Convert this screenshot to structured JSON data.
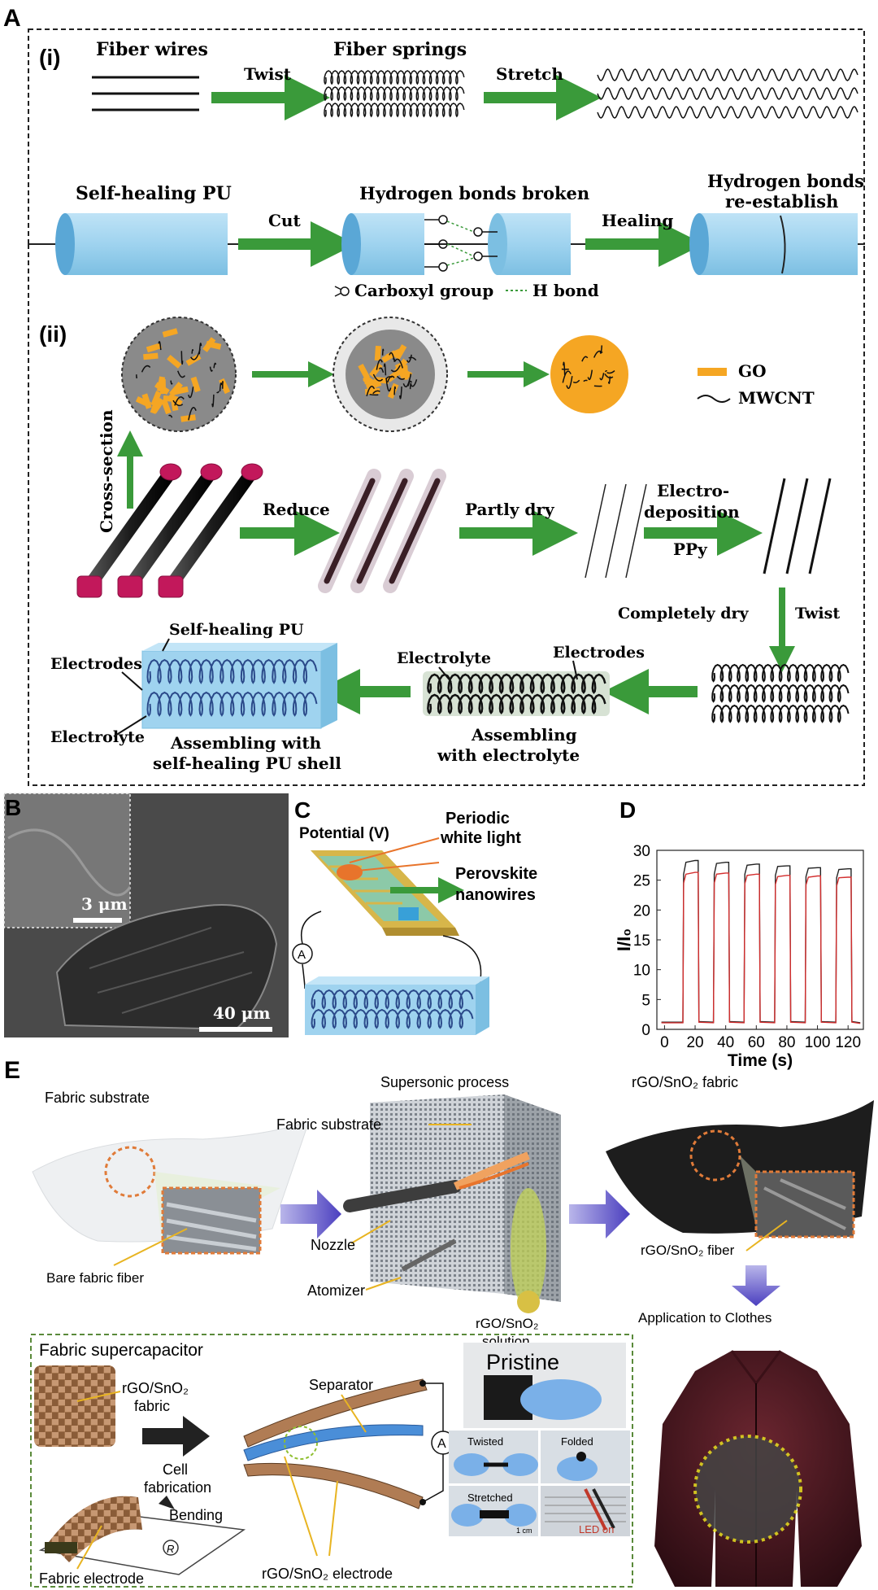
{
  "panelA": {
    "letter": "A",
    "i": {
      "label": "(i)",
      "fiber_wires": "Fiber wires",
      "twist": "Twist",
      "fiber_springs": "Fiber springs",
      "stretch": "Stretch",
      "self_healing_pu": "Self-healing PU",
      "cut": "Cut",
      "h_bonds_broken": "Hydrogen bonds broken",
      "healing": "Healing",
      "h_bonds_re1": "Hydrogen bonds",
      "h_bonds_re2": "re-establish",
      "carboxyl": "Carboxyl group",
      "h_bond": "H bond"
    },
    "ii": {
      "label": "(ii)",
      "legend_go": "GO",
      "legend_mwcnt": "MWCNT",
      "cross_section": "Cross-section",
      "reduce": "Reduce",
      "partly_dry": "Partly dry",
      "electro1": "Electro-",
      "electro2": "deposition",
      "ppy": "PPy",
      "completely_dry": "Completely dry",
      "twist": "Twist",
      "electrodes": "Electrodes",
      "electrolyte": "Electrolyte",
      "assembling_electrolyte1": "Assembling",
      "assembling_electrolyte2": "with electrolyte",
      "self_healing_pu": "Self-healing PU",
      "assembling_shell1": "Assembling with",
      "assembling_shell2": "self-healing PU shell"
    },
    "colors": {
      "arrow": "#3a9a3a",
      "cylinder": "#9fd3ef",
      "go": "#f5a623",
      "cap": "#c2185b"
    }
  },
  "panelB": {
    "letter": "B",
    "scale_inset": "3 μm",
    "scale_main": "40 μm"
  },
  "panelC": {
    "letter": "C",
    "potential": "Potential (V)",
    "periodic1": "Periodic",
    "periodic2": "white light",
    "perovskite1": "Perovskite",
    "perovskite2": "nanowires",
    "ammeter": "A"
  },
  "panelD": {
    "letter": "D",
    "chart_data": {
      "type": "line",
      "xlabel": "Time (s)",
      "ylabel": "I/I₀",
      "xlim": [
        -5,
        130
      ],
      "ylim": [
        0,
        30
      ],
      "xticks": [
        0,
        20,
        40,
        60,
        80,
        100,
        120
      ],
      "yticks": [
        0,
        5,
        10,
        15,
        20,
        25,
        30
      ],
      "series": [
        {
          "color": "#222222",
          "x": [
            -2,
            12,
            12.5,
            14,
            20,
            22,
            22.5,
            32,
            32.5,
            34,
            40,
            42,
            42.5,
            52,
            52.5,
            54,
            60,
            62,
            62.5,
            72,
            72.5,
            74,
            80,
            82,
            82.5,
            92,
            92.5,
            94,
            100,
            102,
            102.5,
            112,
            112.5,
            114,
            120,
            122,
            122.5,
            128
          ],
          "y": [
            1.2,
            1.2,
            26,
            28,
            28.3,
            28.3,
            1.3,
            1.2,
            26,
            27.8,
            28,
            28,
            1.3,
            1.2,
            26,
            27.5,
            27.7,
            27.7,
            1.3,
            1.2,
            25.8,
            27.3,
            27.4,
            27.4,
            1.3,
            1.2,
            25.6,
            27,
            27.1,
            27.1,
            1.3,
            1.2,
            25.4,
            26.8,
            26.9,
            26.9,
            1.3,
            1.1
          ]
        },
        {
          "color": "#d32f2f",
          "x": [
            -2,
            12,
            12.5,
            14,
            20,
            22,
            22.5,
            32,
            32.5,
            34,
            40,
            42,
            42.5,
            52,
            52.5,
            54,
            60,
            62,
            62.5,
            72,
            72.5,
            74,
            80,
            82,
            82.5,
            92,
            92.5,
            94,
            100,
            102,
            102.5,
            112,
            112.5,
            114,
            120,
            122,
            122.5,
            128
          ],
          "y": [
            1.1,
            1.1,
            24.5,
            26,
            26.3,
            26.3,
            1.2,
            1.1,
            24.5,
            26,
            26.2,
            26.2,
            1.2,
            1.1,
            24.4,
            25.8,
            26,
            26,
            1.2,
            1.1,
            24.3,
            25.6,
            25.8,
            25.8,
            1.2,
            1.1,
            24.2,
            25.5,
            25.7,
            25.7,
            1.2,
            1.1,
            24,
            25.4,
            25.5,
            25.5,
            1.2,
            1
          ]
        }
      ]
    }
  },
  "panelE": {
    "letter": "E",
    "fabric_substrate": "Fabric substrate",
    "supersonic": "Supersonic process",
    "rgo_fabric": "rGO/SnO₂ fabric",
    "fabric_substrate2": "Fabric substrate",
    "nozzle": "Nozzle",
    "atomizer": "Atomizer",
    "rgo_solution1": "rGO/SnO₂",
    "rgo_solution2": "solution",
    "bare_fiber": "Bare fabric fiber",
    "rgo_fiber": "rGO/SnO₂ fiber",
    "application": "Application to Clothes",
    "fabric_supercap": "Fabric supercapacitor",
    "rgo_fabric_label1": "rGO/SnO₂",
    "rgo_fabric_label2": "fabric",
    "cell1": "Cell",
    "cell2": "fabrication",
    "separator": "Separator",
    "pristine": "Pristine",
    "twisted": "Twisted",
    "folded": "Folded",
    "stretched": "Stretched",
    "led_on": "LED on",
    "scale_1cm": "1 cm",
    "bending": "Bending",
    "bending_r": "R",
    "fabric_electrode": "Fabric electrode",
    "rgo_electrode": "rGO/SnO₂ electrode",
    "ammeter": "A"
  }
}
